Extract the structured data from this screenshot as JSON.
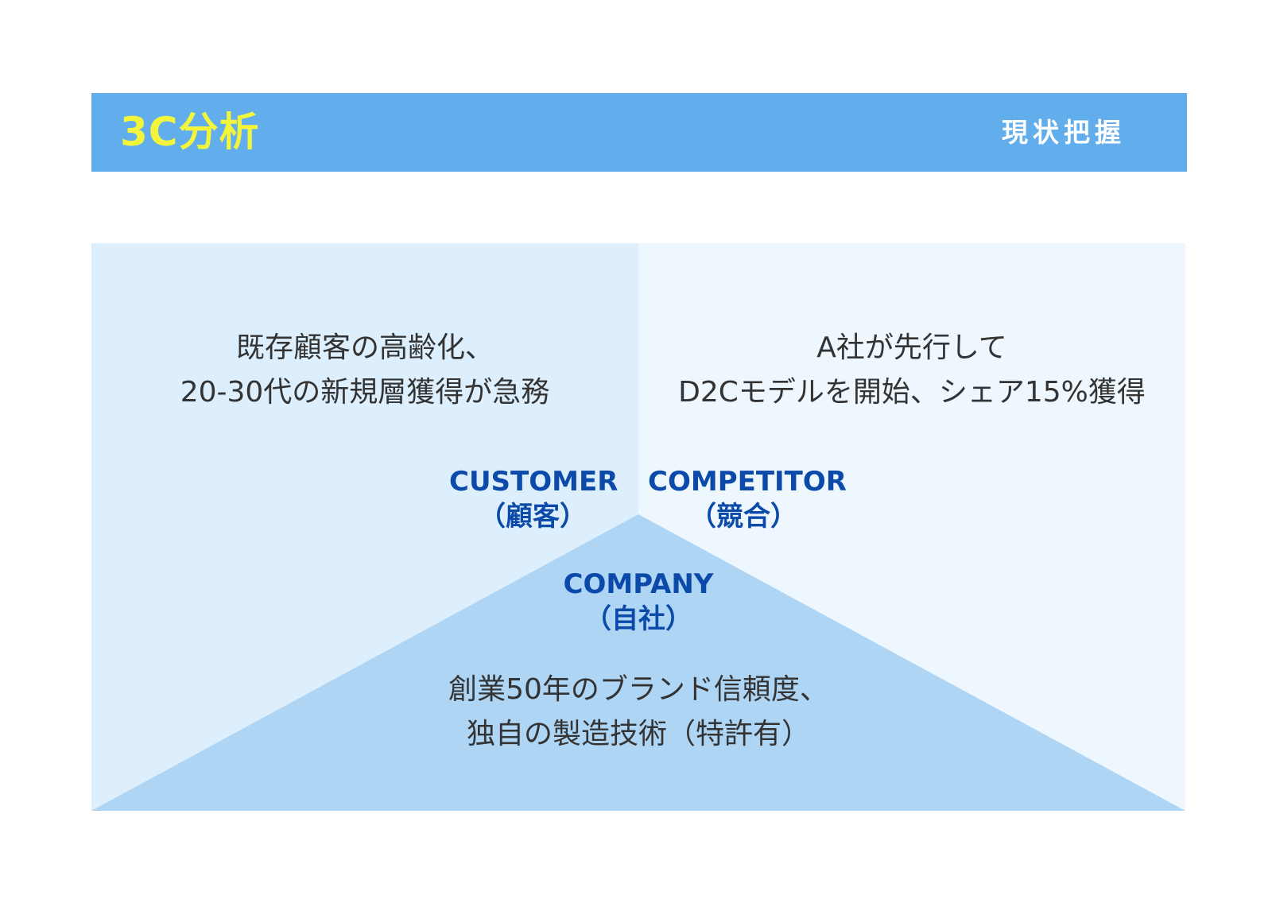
{
  "header": {
    "title": "3C分析",
    "tag": "現状把握"
  },
  "colors": {
    "header_bg": "#62aeed",
    "title": "#f2f53c",
    "customer_bg": "#ddeffc",
    "competitor_bg": "#eef7fe",
    "company_bg": "#afd5f5",
    "label": "#0b4aa8",
    "body_text": "#333333"
  },
  "customer": {
    "label_en": "CUSTOMER",
    "label_jp": "（顧客）",
    "text_line1": "既存顧客の高齢化、",
    "text_line2": "20-30代の新規層獲得が急務"
  },
  "competitor": {
    "label_en": "COMPETITOR",
    "label_jp": "（競合）",
    "text_line1": "A社が先行して",
    "text_line2": "D2Cモデルを開始、シェア15%獲得"
  },
  "company": {
    "label_en": "COMPANY",
    "label_jp": "（自社）",
    "text_line1": "創業50年のブランド信頼度、",
    "text_line2": "独自の製造技術（特許有）"
  }
}
